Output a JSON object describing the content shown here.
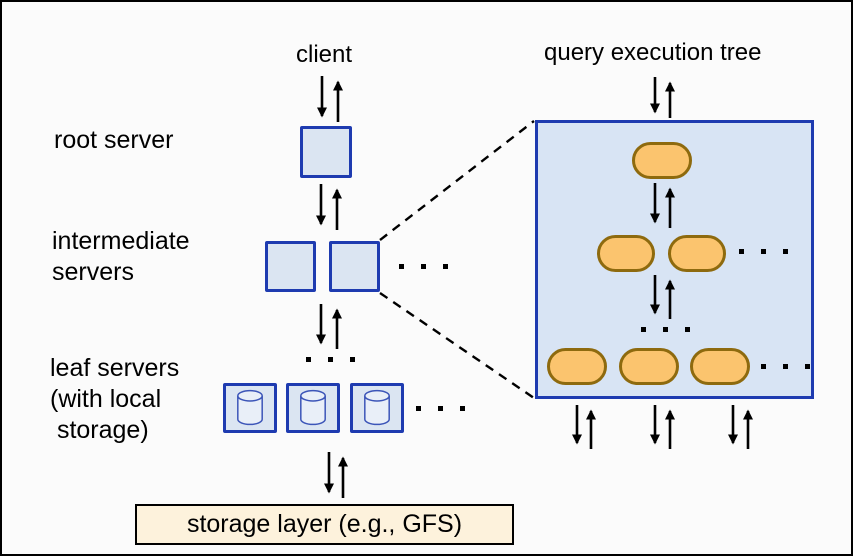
{
  "diagram": {
    "title": "query execution tree",
    "labels": {
      "client": "client",
      "root_server": "root server",
      "intermediate_servers": "intermediate\nservers",
      "leaf_servers": "leaf servers\n(with local\n storage)",
      "storage_layer": "storage layer (e.g., GFS)"
    },
    "icons": {
      "database_cylinder_icon": "⛁"
    }
  },
  "colors": {
    "background": "#fbfbfb",
    "border_blue": "#1e3bb0",
    "square_fill": "#dbe5f2",
    "panel_fill": "#d8e4f4",
    "capsule_fill": "#fbc46e",
    "capsule_border": "#8e6a0e",
    "storage_fill": "#fdf2dc",
    "storage_border": "#000000",
    "arrow_color": "#000000",
    "text_color": "#000000",
    "cylinder_stroke": "#3c55b8",
    "cylinder_fill": "#e9eff8"
  }
}
